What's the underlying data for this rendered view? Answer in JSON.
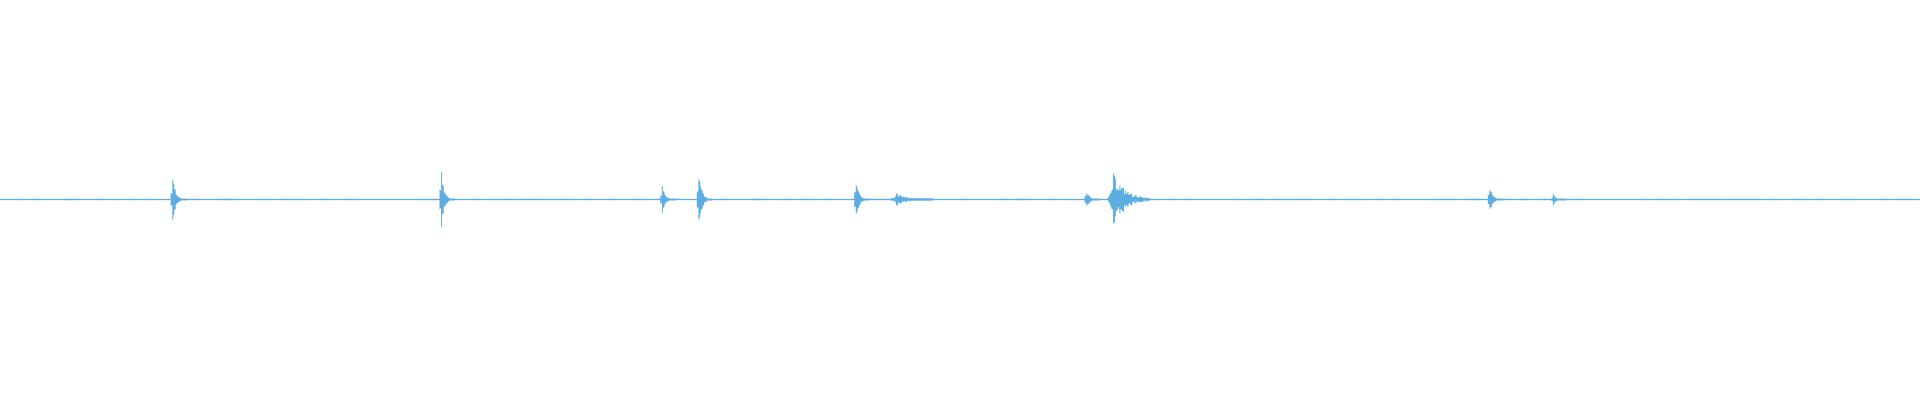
{
  "waveform": {
    "color": "#5dade2",
    "background": "#ffffff",
    "baseline_amplitude": 0.004,
    "transients": [
      {
        "time": 0.09,
        "amplitude": 0.12,
        "shape": "spike"
      },
      {
        "time": 0.23,
        "amplitude": 0.14,
        "shape": "spike"
      },
      {
        "time": 0.345,
        "amplitude": 0.07,
        "shape": "spike"
      },
      {
        "time": 0.364,
        "amplitude": 0.15,
        "shape": "spike"
      },
      {
        "time": 0.446,
        "amplitude": 0.11,
        "shape": "spike"
      },
      {
        "time": 0.467,
        "amplitude": 0.03,
        "shape": "burst"
      },
      {
        "time": 0.566,
        "amplitude": 0.05,
        "shape": "spike"
      },
      {
        "time": 0.58,
        "amplitude": 0.13,
        "shape": "burst"
      },
      {
        "time": 0.776,
        "amplitude": 0.07,
        "shape": "spike"
      },
      {
        "time": 0.809,
        "amplitude": 0.03,
        "shape": "spike"
      }
    ]
  }
}
